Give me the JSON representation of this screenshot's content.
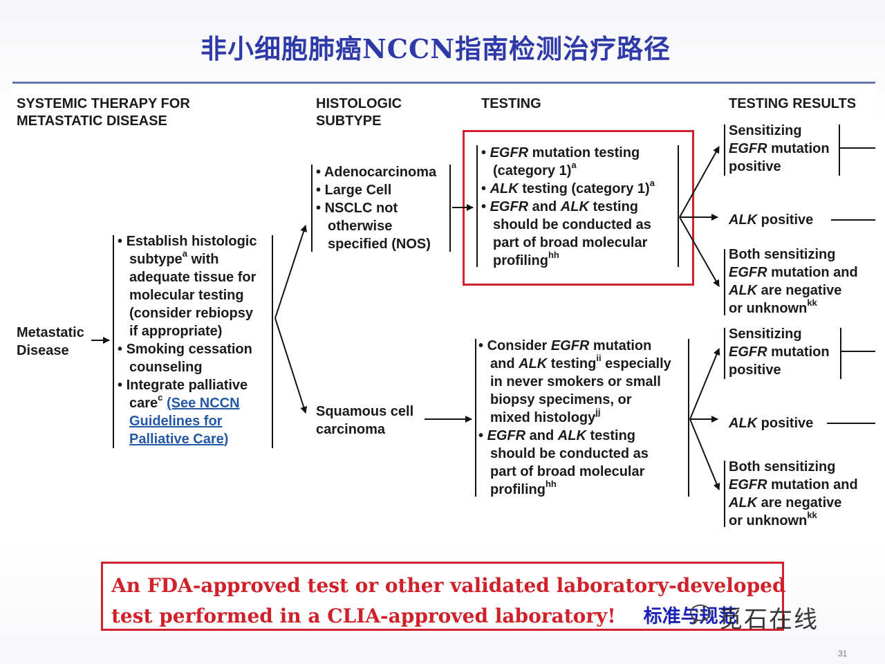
{
  "slide": {
    "title": "非小细胞肺癌NCCN指南检测治疗路径",
    "page_number": "31"
  },
  "headers": {
    "systemic_1": "SYSTEMIC THERAPY FOR",
    "systemic_2": "METASTATIC DISEASE",
    "histologic_1": "HISTOLOGIC",
    "histologic_2": "SUBTYPE",
    "testing": "TESTING",
    "results": "TESTING RESULTS"
  },
  "metastatic": {
    "l1": "Metastatic",
    "l2": "Disease"
  },
  "workup": {
    "b1_l1": "Establish histologic",
    "b1_l2a": "subtype",
    "b1_l2sup": "a",
    "b1_l2b": " with",
    "b1_l3": "adequate tissue for",
    "b1_l4": "molecular testing",
    "b1_l5": "(consider rebiopsy",
    "b1_l6": "if appropriate)",
    "b2_l1": "Smoking cessation",
    "b2_l2": "counseling",
    "b3_l1": "Integrate palliative",
    "b3_l2a": "care",
    "b3_l2sup": "c",
    "link_l1": "(See NCCN",
    "link_l2": "Guidelines for",
    "link_l3": "Palliative Care",
    "link_close": ")"
  },
  "subtype_top": {
    "i1": "Adenocarcinoma",
    "i2": "Large Cell",
    "i3_l1": "NSCLC not",
    "i3_l2": "otherwise",
    "i3_l3": "specified (NOS)"
  },
  "subtype_bottom": {
    "l1": "Squamous cell",
    "l2": "carcinoma"
  },
  "testing_top": {
    "egfr": "EGFR",
    "t1_l1": " mutation testing",
    "t1_l2": "(category 1)",
    "sup_a": "a",
    "alk": "ALK",
    "t2": " testing (category 1)",
    "and": " and ",
    "t3_end": " testing",
    "t3_l2": "should be conducted as",
    "t3_l3": "part of broad molecular",
    "t3_l4": "profiling",
    "sup_hh": "hh"
  },
  "testing_bottom": {
    "t1_a": "Consider ",
    "egfr": "EGFR",
    "t1_b": " mutation",
    "t1_l2a": "and ",
    "alk": "ALK",
    "t1_l2b": " testing",
    "sup_ii": "ii",
    "t1_l2c": " especially",
    "t1_l3": "in never smokers or small",
    "t1_l4": "biopsy specimens, or",
    "t1_l5": "mixed histology",
    "sup_jj": "jj",
    "and": " and ",
    "t2_end": " testing",
    "t2_l2": "should be conducted as",
    "t2_l3": "part of broad molecular",
    "t2_l4": "profiling",
    "sup_hh": "hh"
  },
  "results": {
    "r1_l1": "Sensitizing",
    "egfr": "EGFR",
    "r1_l2b": " mutation",
    "r1_l3": "positive",
    "alk": "ALK",
    "r2_b": " positive",
    "r3_l1": "Both sensitizing",
    "r3_l2b": " mutation and",
    "r3_l3b": " are negative",
    "r3_l4": "or unknown",
    "sup_kk": "kk"
  },
  "note": {
    "line1": "An FDA-approved test or other validated laboratory-developed",
    "line2": "test performed in a CLIA-approved laboratory!",
    "standard": "标准与规范"
  },
  "watermark": {
    "text": "觅石在线"
  },
  "colors": {
    "title": "#2f3aa8",
    "highlight_red": "#d0202a",
    "link_blue": "#2458a6",
    "standard_blue": "#1a22b8",
    "panel_rule": "#5d7aa8"
  }
}
